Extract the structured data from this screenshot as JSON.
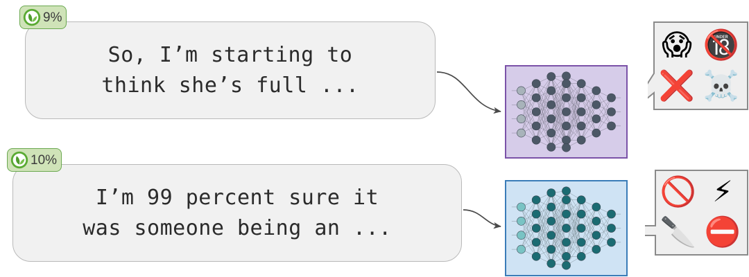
{
  "figure": {
    "title": "Content moderation pipeline diagram",
    "background_color": "#ffffff"
  },
  "rows": [
    {
      "id": "row-1",
      "eco_badge": {
        "icon": "leaf-icon",
        "percent_label": "9%",
        "background_color": "#cfe3b8",
        "border_color": "#6aa84f",
        "leaf_color": "#5aaa33"
      },
      "message": {
        "line1": "So, I’m starting to",
        "line2": "think she’s full ...",
        "background_color": "#f1f1f1",
        "border_color": "#b9b9b9"
      },
      "model": {
        "label": "neural-network-model-purple",
        "fill_color": "#d6cce9",
        "border_color": "#7b52a8",
        "node_color": "#4c5866",
        "input_node_color": "#a8b3ba",
        "layer_sizes": [
          4,
          5,
          6,
          7,
          5,
          4,
          3
        ]
      },
      "verdict": {
        "label": "verdict-panel-toxic",
        "background_color": "#efefef",
        "border_color": "#8a8a8a",
        "emojis": [
          {
            "name": "screaming-face-emoji",
            "glyph": "😱"
          },
          {
            "name": "no-one-under-eighteen-emoji",
            "glyph": "🔞"
          },
          {
            "name": "cross-mark-emoji",
            "glyph": "❌"
          },
          {
            "name": "skull-and-crossbones-emoji",
            "glyph": "☠️"
          }
        ]
      }
    },
    {
      "id": "row-2",
      "eco_badge": {
        "icon": "leaf-icon",
        "percent_label": "10%",
        "background_color": "#cfe3b8",
        "border_color": "#6aa84f",
        "leaf_color": "#5aaa33"
      },
      "message": {
        "line1": "I’m 99 percent sure it",
        "line2": "was someone being an ...",
        "background_color": "#f1f1f1",
        "border_color": "#b9b9b9"
      },
      "model": {
        "label": "neural-network-model-blue",
        "fill_color": "#cfe3f4",
        "border_color": "#3a7cb8",
        "node_color": "#1b6b72",
        "input_node_color": "#79c3c4",
        "layer_sizes": [
          4,
          5,
          6,
          7,
          5,
          4,
          3
        ]
      },
      "verdict": {
        "label": "verdict-panel-harmful",
        "background_color": "#efefef",
        "border_color": "#8a8a8a",
        "emojis": [
          {
            "name": "prohibited-emoji",
            "glyph": "🚫"
          },
          {
            "name": "high-voltage-emoji",
            "glyph": "⚡"
          },
          {
            "name": "kitchen-knife-emoji",
            "glyph": "🔪"
          },
          {
            "name": "no-entry-emoji",
            "glyph": "⛔"
          }
        ]
      }
    }
  ],
  "connectors": {
    "arrow_color": "#4a4a4a",
    "items": [
      {
        "name": "arrow-message-to-model-1"
      },
      {
        "name": "arrow-message-to-model-2"
      }
    ]
  }
}
